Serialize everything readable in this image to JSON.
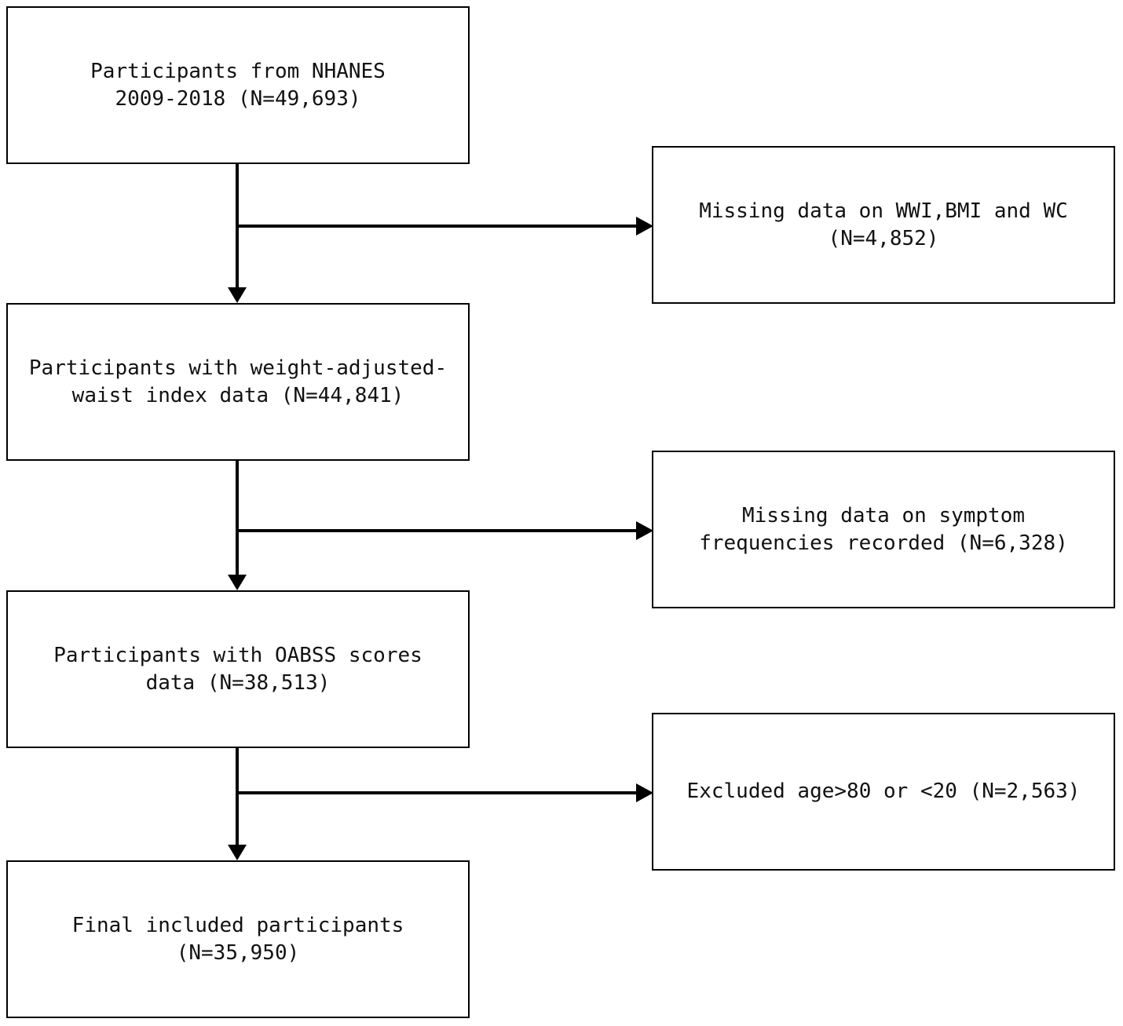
{
  "flowchart": {
    "main_steps": [
      {
        "id": "step-1",
        "lines": [
          "Participants from NHANES",
          "2009-2018 (N=49,693)"
        ]
      },
      {
        "id": "step-2",
        "lines": [
          "Participants with weight-adjusted-",
          "waist index data (N=44,841)"
        ]
      },
      {
        "id": "step-3",
        "lines": [
          "Participants with OABSS scores",
          "data (N=38,513)"
        ]
      },
      {
        "id": "step-4",
        "lines": [
          "Final included participants",
          "(N=35,950)"
        ]
      }
    ],
    "exclusions": [
      {
        "id": "exclusion-1",
        "lines": [
          "Missing data on WWI,BMI and WC",
          "(N=4,852)"
        ]
      },
      {
        "id": "exclusion-2",
        "lines": [
          "Missing data on symptom",
          "frequencies recorded (N=6,328)"
        ]
      },
      {
        "id": "exclusion-3",
        "lines": [
          "Excluded age>80 or <20 (N=2,563)"
        ]
      }
    ],
    "colors": {
      "stroke": "#000000",
      "text": "#111111",
      "background": "#ffffff"
    }
  }
}
